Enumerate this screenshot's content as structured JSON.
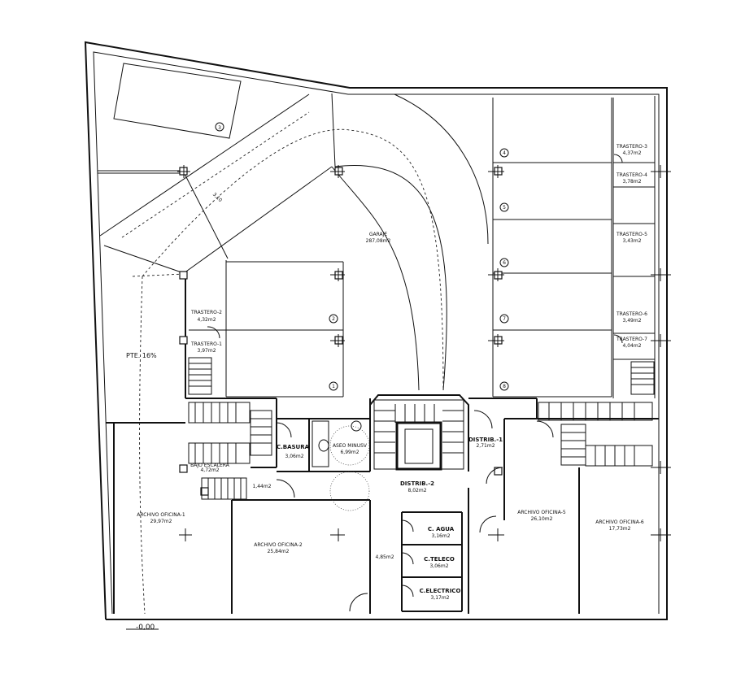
{
  "plan": {
    "rooms": [
      {
        "name": "GARAJE",
        "area": "287,08m2"
      },
      {
        "name": "TRASTERO-1",
        "area": "3,97m2"
      },
      {
        "name": "TRASTERO-2",
        "area": "4,32m2"
      },
      {
        "name": "TRASTERO-3",
        "area": "4,37m2"
      },
      {
        "name": "TRASTERO-4",
        "area": "3,78m2"
      },
      {
        "name": "TRASTERO-5",
        "area": "3,43m2"
      },
      {
        "name": "TRASTERO-6",
        "area": "3,49m2"
      },
      {
        "name": "TRASTERO-7",
        "area": "4,04m2"
      },
      {
        "name": "C.BASURA",
        "area": "3,06m2"
      },
      {
        "name": "ASEO MINUSV",
        "area": "6,99m2"
      },
      {
        "name": "DISTRIB.-1",
        "area": "2,71m2"
      },
      {
        "name": "DISTRIB.-2",
        "area": "8,02m2"
      },
      {
        "name": "BAJO ESCALERA",
        "area": "4,72m2"
      },
      {
        "name": "ARCHIVO OFICINA-1",
        "area": "29,97m2"
      },
      {
        "name": "ARCHIVO OFICINA-2",
        "area": "25,84m2"
      },
      {
        "name": "ARCHIVO OFICINA-5",
        "area": "26,10m2"
      },
      {
        "name": "ARCHIVO OFICINA-6",
        "area": "17,73m2"
      },
      {
        "name": "C. AGUA",
        "area": "3,16m2"
      },
      {
        "name": "C.TELECO",
        "area": "3,06m2"
      },
      {
        "name": "C.ELECTRICO",
        "area": "3,17m2"
      }
    ],
    "area_small_1": "1,44m2",
    "area_small_2": "4,85m2",
    "slope_label": "PTE. 16%",
    "ramp_width": "3,10",
    "level_label": "-0,00",
    "parking_numbers": [
      "1",
      "2",
      "3",
      "4",
      "5",
      "6",
      "7",
      "8"
    ]
  }
}
